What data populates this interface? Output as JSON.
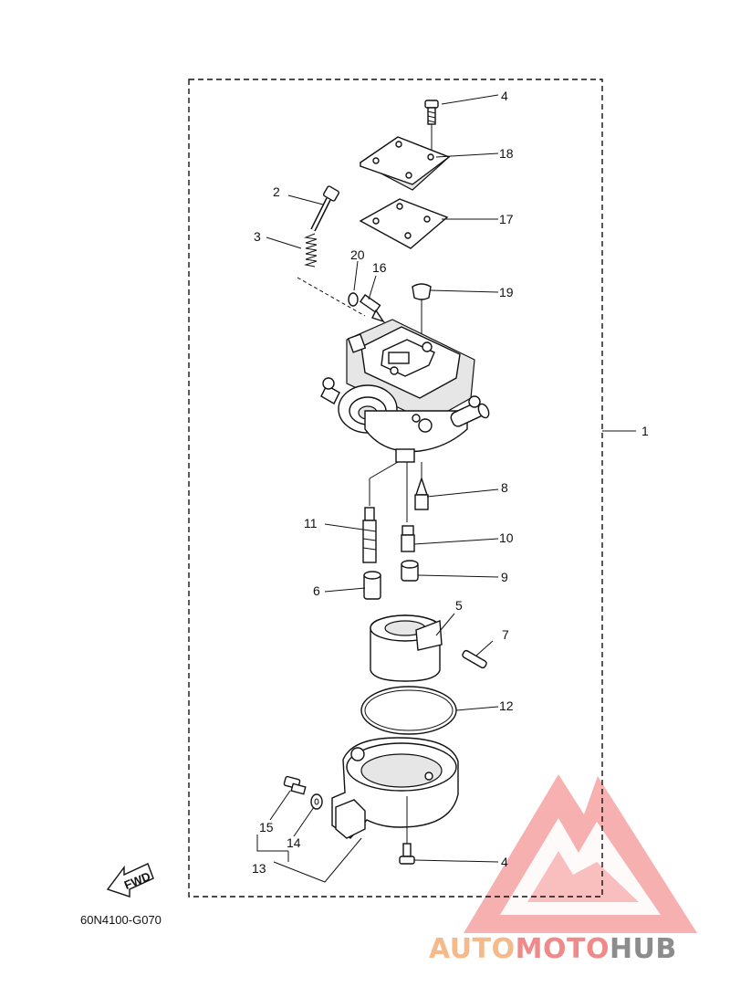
{
  "diagram_code": "60N4100-G070",
  "fwd_label": "FWD",
  "brand": {
    "part1": "AUTO",
    "part2": "MOTO",
    "part3": "HUB",
    "color1": "#f6b98a",
    "color2": "#f08a8a",
    "color3": "#8c8c8c",
    "logo_color": "#f4a0a0"
  },
  "callouts": [
    "1",
    "2",
    "3",
    "4",
    "4",
    "5",
    "6",
    "7",
    "8",
    "9",
    "10",
    "11",
    "12",
    "13",
    "14",
    "15",
    "16",
    "17",
    "18",
    "19",
    "20"
  ]
}
